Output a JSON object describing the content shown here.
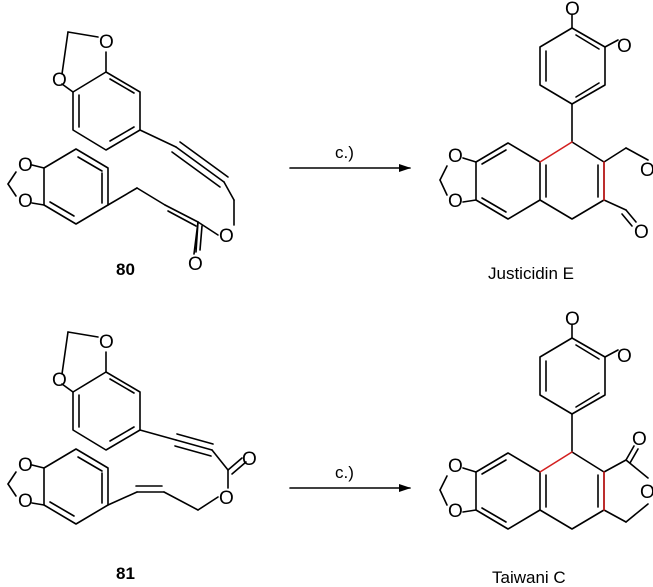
{
  "reactions": [
    {
      "reactant_label": "80",
      "condition": "c.)",
      "product_name": "Justicidin E"
    },
    {
      "reactant_label": "81",
      "condition": "c.)",
      "product_name": "Taiwani C"
    }
  ],
  "atom_symbol": "O",
  "colors": {
    "bonds": "#000000",
    "new_bonds": "#d32020"
  }
}
